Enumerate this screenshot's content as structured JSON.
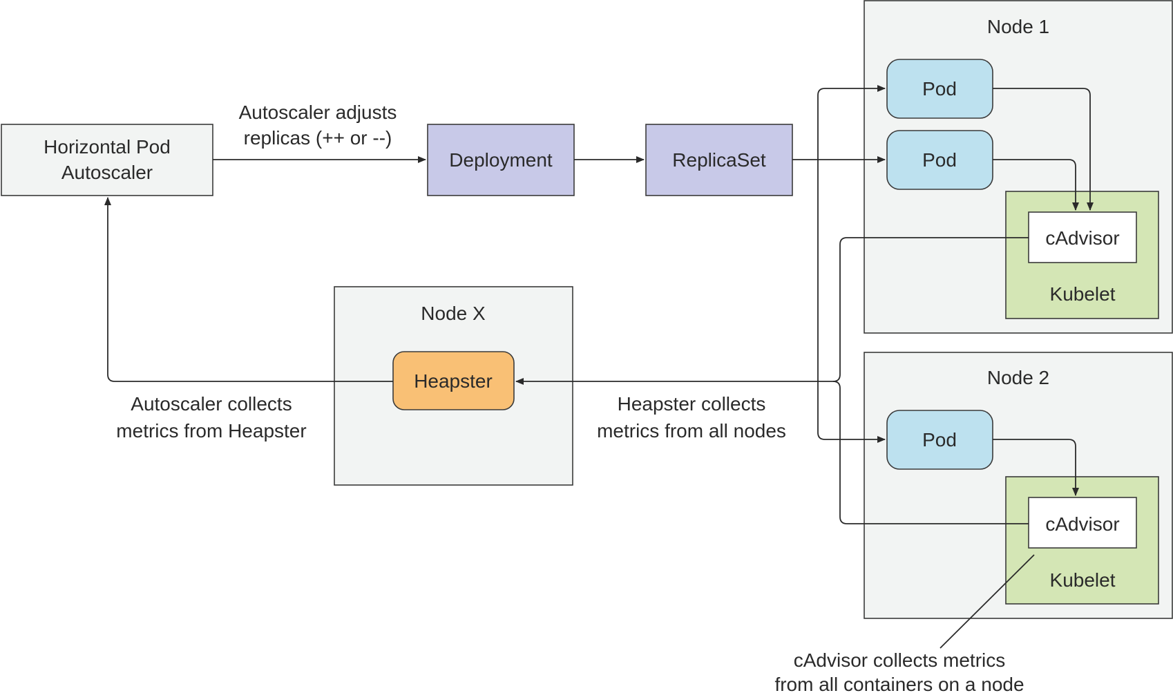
{
  "nodes": {
    "hpa": {
      "line1": "Horizontal Pod",
      "line2": "Autoscaler"
    },
    "deployment": "Deployment",
    "replicaset": "ReplicaSet",
    "node1": {
      "title": "Node 1",
      "pod_a": "Pod",
      "pod_b": "Pod",
      "cadvisor": "cAdvisor",
      "kubelet": "Kubelet"
    },
    "node2": {
      "title": "Node 2",
      "pod": "Pod",
      "cadvisor": "cAdvisor",
      "kubelet": "Kubelet"
    },
    "nodex": {
      "title": "Node X",
      "heapster": "Heapster"
    }
  },
  "labels": {
    "adjusts": {
      "line1": "Autoscaler adjusts",
      "line2": "replicas (++ or --)"
    },
    "autoscaler_collects": {
      "line1": "Autoscaler collects",
      "line2": "metrics from Heapster"
    },
    "heapster_collects": {
      "line1": "Heapster collects",
      "line2": "metrics from all nodes"
    },
    "cadvisor_collects": {
      "line1": "cAdvisor collects metrics",
      "line2": "from all containers on a node"
    }
  }
}
